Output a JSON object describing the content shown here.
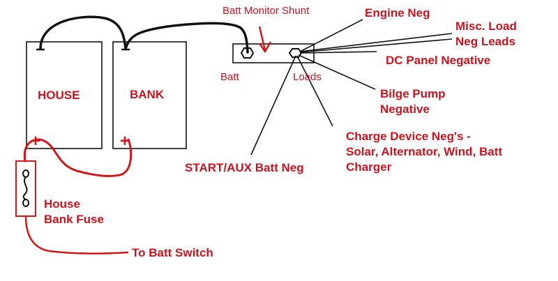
{
  "batteries": {
    "house_label": "HOUSE",
    "bank_label": "BANK",
    "neg_symbol": "—",
    "pos_symbol": "+"
  },
  "shunt": {
    "title": "Batt Monitor Shunt",
    "batt_label": "Batt",
    "loads_label": "Loads"
  },
  "labels": {
    "engine_neg": "Engine Neg",
    "misc_load_line1": "Misc. Load",
    "misc_load_line2": "Neg Leads",
    "dc_panel": "DC Panel Negative",
    "bilge_line1": "Bilge Pump",
    "bilge_line2": "Negative",
    "charge_line1": "Charge Device Neg's -",
    "charge_line2": "Solar, Alternator, Wind, Batt",
    "charge_line3": "Charger",
    "start_aux": "START/AUX Batt Neg",
    "fuse_line1": "House",
    "fuse_line2": "Bank Fuse",
    "batt_switch": "To Batt Switch"
  },
  "colors": {
    "label_red": "#c8141e",
    "wire_black": "#111111",
    "wire_red": "#d01818"
  }
}
